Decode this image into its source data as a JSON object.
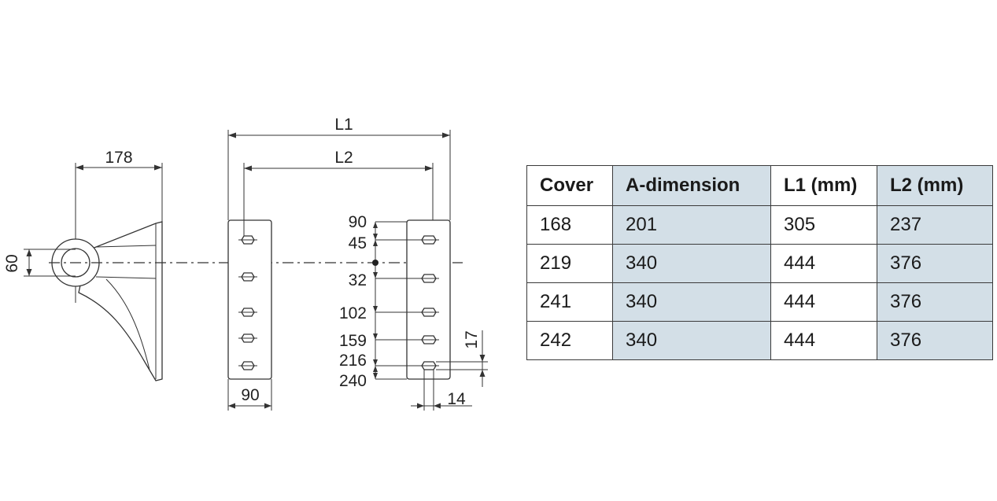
{
  "drawing": {
    "labels": {
      "side_width": "178",
      "boss_height": "60",
      "length_total": "L1",
      "length_inner": "L2",
      "plate_width": "90",
      "hole_spacing_0": "90",
      "hole_spacing_1": "45",
      "hole_spacing_2": "32",
      "hole_spacing_3": "102",
      "hole_spacing_4": "159",
      "hole_spacing_5": "216",
      "hole_spacing_6": "240",
      "hole_size_vertical": "17",
      "hole_size_horizontal": "14"
    }
  },
  "table": {
    "headers": [
      "Cover",
      "A-dimension",
      "L1 (mm)",
      "L2 (mm)"
    ],
    "rows": [
      [
        "168",
        "201",
        "305",
        "237"
      ],
      [
        "219",
        "340",
        "444",
        "376"
      ],
      [
        "241",
        "340",
        "444",
        "376"
      ],
      [
        "242",
        "340",
        "444",
        "376"
      ]
    ],
    "shade_color": "#d3dfe7"
  }
}
